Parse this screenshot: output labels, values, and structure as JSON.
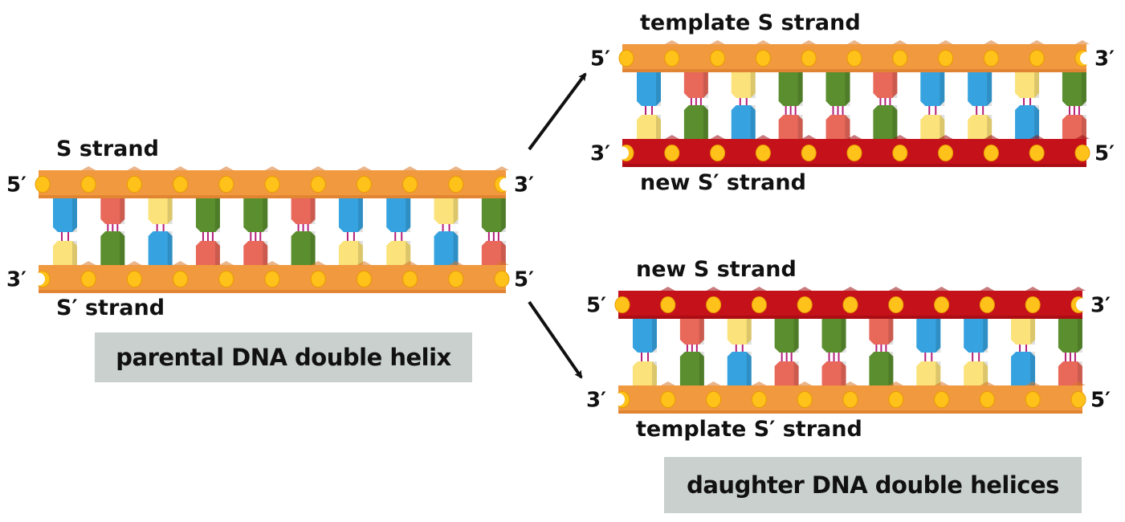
{
  "title": "DNA replication: parental double helix gives two daughter double helices",
  "colors": {
    "old_strand": "#f0993f",
    "old_strand_dark": "#d9782a",
    "new_strand": "#c4111a",
    "new_strand_dark": "#9c0c12",
    "phosphate": "#ffc21a",
    "phosphate_dark": "#e89b00",
    "hbond": "#b5207a",
    "arrow": "#111111",
    "caption_bg": "#c9d0cd",
    "bases": {
      "blue": "#36a3e0",
      "red": "#e8685a",
      "yellow": "#fbe27a",
      "green": "#5a8e2e"
    }
  },
  "base_pairs": [
    {
      "top": "blue",
      "bottom": "yellow",
      "bonds": 2
    },
    {
      "top": "red",
      "bottom": "green",
      "bonds": 3
    },
    {
      "top": "yellow",
      "bottom": "blue",
      "bonds": 2
    },
    {
      "top": "green",
      "bottom": "red",
      "bonds": 3
    },
    {
      "top": "green",
      "bottom": "red",
      "bonds": 3
    },
    {
      "top": "red",
      "bottom": "green",
      "bonds": 3
    },
    {
      "top": "blue",
      "bottom": "yellow",
      "bonds": 2
    },
    {
      "top": "blue",
      "bottom": "yellow",
      "bonds": 2
    },
    {
      "top": "yellow",
      "bottom": "blue",
      "bonds": 2
    },
    {
      "top": "green",
      "bottom": "red",
      "bonds": 3
    }
  ],
  "helices": [
    {
      "id": "parental",
      "top_label": "S strand",
      "bottom_label": "S′ strand",
      "top_strand_type": "old",
      "bottom_strand_type": "old",
      "top_left_end": "5′",
      "top_right_end": "3′",
      "bottom_left_end": "3′",
      "bottom_right_end": "5′"
    },
    {
      "id": "daughter-1",
      "top_label": "template S strand",
      "bottom_label": "new S′ strand",
      "top_strand_type": "old",
      "bottom_strand_type": "new",
      "top_left_end": "5′",
      "top_right_end": "3′",
      "bottom_left_end": "3′",
      "bottom_right_end": "5′"
    },
    {
      "id": "daughter-2",
      "top_label": "new S strand",
      "bottom_label": "template S′ strand",
      "top_strand_type": "new",
      "bottom_strand_type": "old",
      "top_left_end": "5′",
      "top_right_end": "3′",
      "bottom_left_end": "3′",
      "bottom_right_end": "5′"
    }
  ],
  "captions": {
    "parental": "parental DNA double helix",
    "daughters": "daughter DNA double helices"
  }
}
